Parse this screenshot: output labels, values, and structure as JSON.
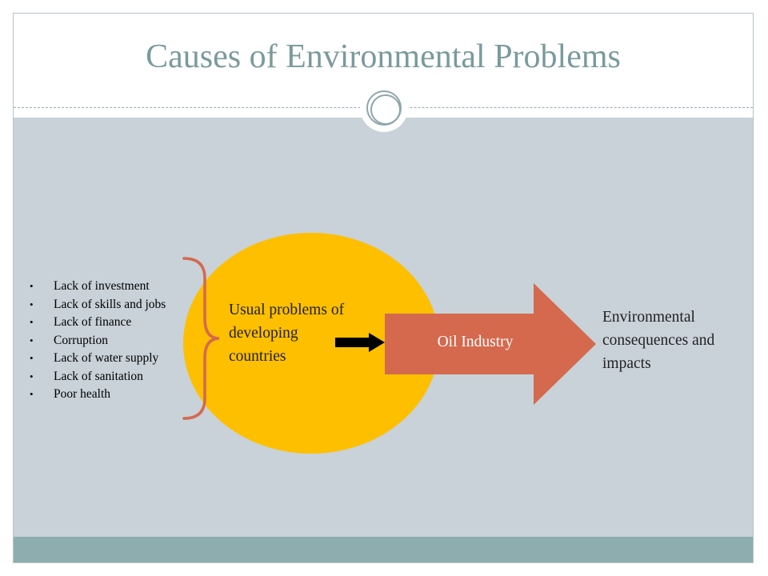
{
  "title": "Causes of Environmental Problems",
  "causes_list": [
    "Lack of investment",
    "Lack of skills and jobs",
    "Lack of finance",
    "Corruption",
    "Lack of water supply",
    "Lack of sanitation",
    "Poor health"
  ],
  "center_text": "Usual problems of developing countries",
  "arrow_label": "Oil Industry",
  "result_text": "Environmental consequences and impacts",
  "colors": {
    "title": "#7a9a9c",
    "content_background": "#c8d2d8",
    "footer_band": "#8eadae",
    "circle": "#fdbf00",
    "brace": "#d4694e",
    "big_arrow": "#d4694e",
    "small_arrow": "#000000"
  }
}
